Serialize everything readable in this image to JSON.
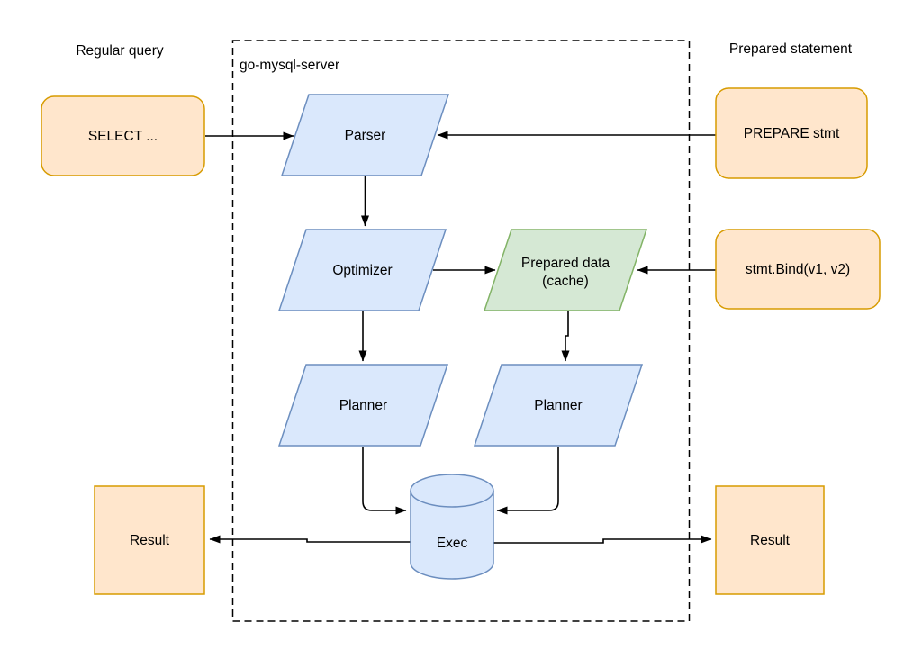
{
  "diagram": {
    "region_labels": {
      "regular_query": "Regular query",
      "container": "go-mysql-server",
      "prepared_statement": "Prepared statement"
    },
    "nodes": {
      "select_query": "SELECT ...",
      "prepare_stmt": "PREPARE stmt",
      "stmt_bind": "stmt.Bind(v1, v2)",
      "parser": "Parser",
      "optimizer": "Optimizer",
      "prepared_data": {
        "line1": "Prepared data",
        "line2": "(cache)"
      },
      "planner_left": "Planner",
      "planner_right": "Planner",
      "exec": "Exec",
      "result_left": "Result",
      "result_right": "Result"
    },
    "colors": {
      "orange_fill": "#ffe6cc",
      "orange_stroke": "#d79b00",
      "blue_fill": "#dae8fc",
      "blue_stroke": "#6c8ebf",
      "green_fill": "#d5e8d4",
      "green_stroke": "#82b366",
      "line": "#000000",
      "background": "#ffffff"
    }
  }
}
